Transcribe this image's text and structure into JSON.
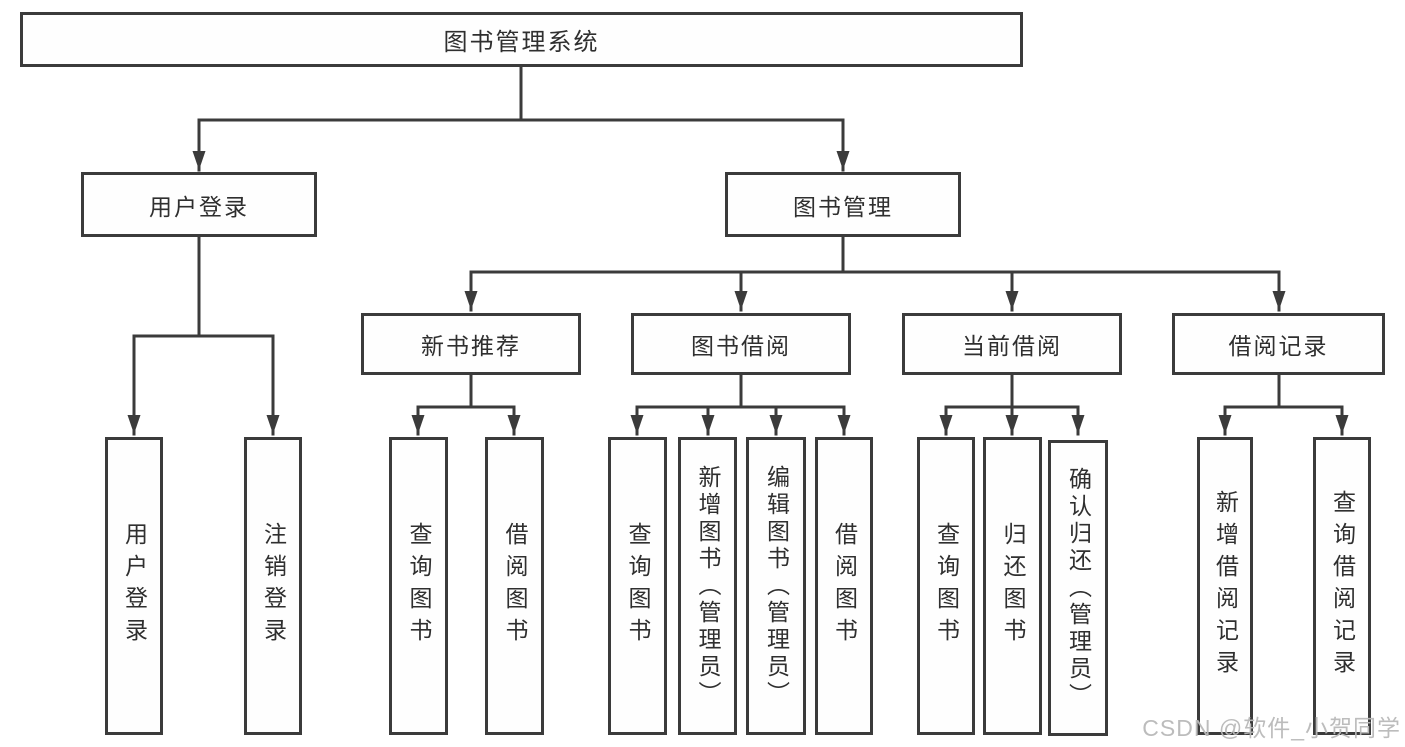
{
  "nodes": {
    "root": "图书管理系统",
    "user_login": "用户登录",
    "book_management": "图书管理",
    "new_book_recommend": "新书推荐",
    "book_borrowing": "图书借阅",
    "current_borrowing": "当前借阅",
    "borrowing_records": "借阅记录",
    "leaf_user_login": "用户登录",
    "leaf_logout": "注销登录",
    "recommend_query_books": "查询图书",
    "recommend_borrow_books": "借阅图书",
    "borrowing_query_books": "查询图书",
    "borrowing_add_books": "新增图书（管理员）",
    "borrowing_edit_books": "编辑图书（管理员）",
    "borrowing_borrow_books": "借阅图书",
    "current_query_books": "查询图书",
    "current_return_books": "归还图书",
    "current_confirm_return": "确认归还（管理员）",
    "records_add_record": "新增借阅记录",
    "records_query_record": "查询借阅记录"
  },
  "watermark": "CSDN @软件_小贺同学",
  "colors": {
    "line": "#3b3b3b",
    "text": "#2f2f2f",
    "watermark": "#b8b8b8",
    "background": "#ffffff"
  }
}
